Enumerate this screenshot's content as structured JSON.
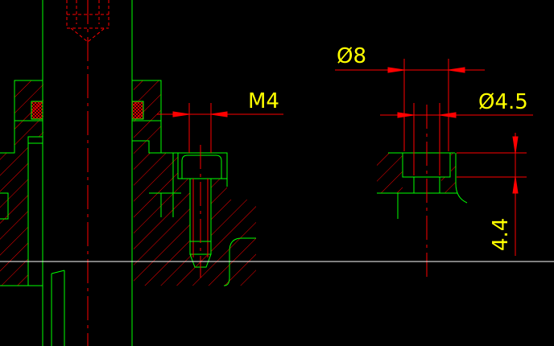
{
  "dimensions": {
    "m4": "M4",
    "dia8": "Ø8",
    "dia45": "Ø4.5",
    "depth44": "4.4"
  },
  "colors": {
    "background": "#000000",
    "geometry": "#00ff00",
    "dimension": "#ff0000",
    "centerline": "#ff0000",
    "text": "#ffff00",
    "crosshair": "#ffffff"
  }
}
